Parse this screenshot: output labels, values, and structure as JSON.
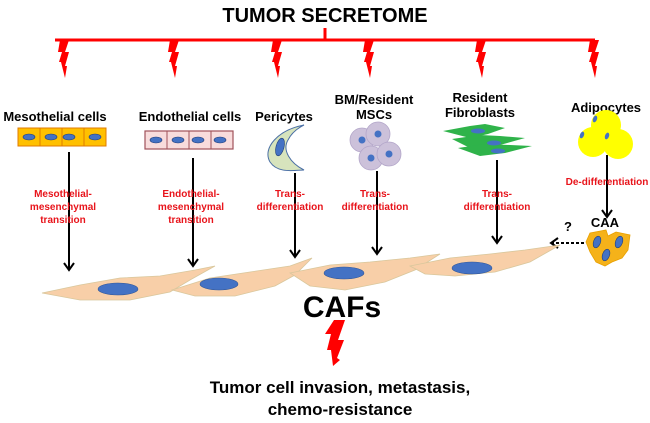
{
  "title": "TUMOR SECRETOME",
  "colors": {
    "signal_red": "#ff0000",
    "process_text_red": "#e8141b",
    "mesothelial_fill": "#ffc000",
    "endothelial_fill": "#f8dcdc",
    "pericyte_fill": "#d7e4bd",
    "msc_fill": "#ccc1da",
    "fibroblast_fill": "#2fb34a",
    "adipocyte_fill": "#ffff00",
    "caa_fill": "#f5b21a",
    "caf_fill": "#f8cfa8",
    "nucleus_fill": "#4472c4"
  },
  "sources": [
    {
      "name": "Mesothelial cells",
      "lines": [
        "Mesothelial cells"
      ],
      "process_lines": [
        "Mesothelial-",
        "mesenchymal",
        "transition"
      ]
    },
    {
      "name": "Endothelial cells",
      "lines": [
        "Endothelial cells"
      ],
      "process_lines": [
        "Endothelial-",
        "mesenchymal",
        "transition"
      ]
    },
    {
      "name": "Pericytes",
      "lines": [
        "Pericytes"
      ],
      "process_lines": [
        "Trans-",
        "differentiation"
      ]
    },
    {
      "name": "BM/Resident MSCs",
      "lines": [
        "BM/Resident",
        "MSCs"
      ],
      "process_lines": [
        "Trans-",
        "differentiation"
      ]
    },
    {
      "name": "Resident Fibroblasts",
      "lines": [
        "Resident",
        "Fibroblasts"
      ],
      "process_lines": [
        "Trans-",
        "differentiation"
      ]
    },
    {
      "name": "Adipocytes",
      "lines": [
        "Adipocytes"
      ],
      "process_lines": [
        "De-differentiation"
      ]
    }
  ],
  "caa": {
    "label": "CAA",
    "question": "?"
  },
  "cafs_label": "CAFs",
  "outcome_lines": [
    "Tumor cell invasion, metastasis,",
    "chemo-resistance"
  ]
}
